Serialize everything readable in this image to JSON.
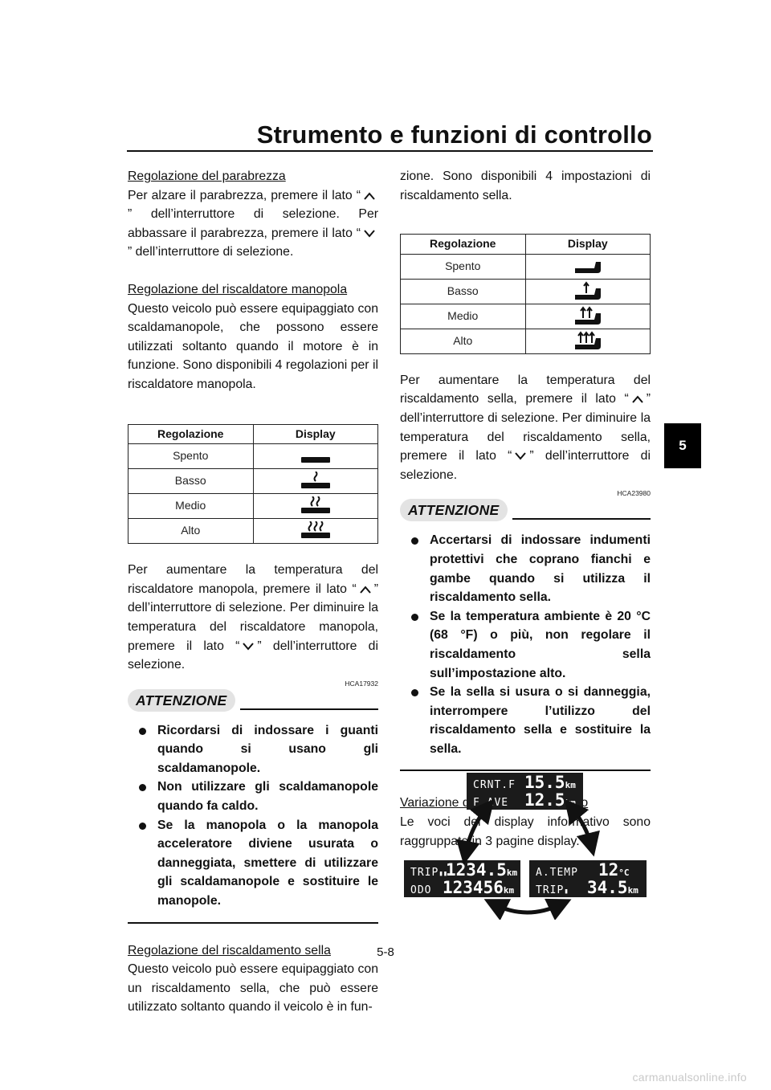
{
  "header": {
    "title": "Strumento e funzioni di controllo",
    "chapter": "5"
  },
  "left": {
    "windshield": {
      "heading": "Regolazione del parabrezza",
      "t1": "Per alzare il parabrezza, premere il lato “",
      "t2": "” dell’interruttore di selezione. Per abbassare il parabrezza, premere il lato “",
      "t3": "” dell’interruttore di selezione."
    },
    "grip": {
      "heading": "Regolazione del riscaldatore manopola",
      "text": "Questo veicolo può essere equipaggiato con scaldamanopole, che possono essere utilizzati soltanto quando il motore è in funzione. Sono disponibili 4 regolazioni per il riscaldatore manopola."
    },
    "grip_table": {
      "col1": "Regolazione",
      "col2": "Display",
      "rows": [
        "Spento",
        "Basso",
        "Medio",
        "Alto"
      ]
    },
    "grip_after": {
      "t1": "Per aumentare la temperatura del riscaldatore manopola, premere il lato “",
      "t2": "” dell’interruttore di selezione. Per diminuire la temperatura del riscaldatore manopola, premere il lato “",
      "t3": "” dell’interruttore di selezione."
    },
    "code": "HCA17932",
    "attention": {
      "label": "ATTENZIONE",
      "items": [
        "Ricordarsi di indossare i guanti quando si usano gli scaldamanopole.",
        "Non utilizzare gli scaldamanopole quando fa caldo.",
        "Se la manopola o la manopola acceleratore diviene usurata o danneggiata, smettere di utilizzare gli scaldamanopole e sostituire le manopole."
      ]
    },
    "seat": {
      "heading": "Regolazione del riscaldamento sella",
      "text": "Questo veicolo può essere equipaggiato con un riscaldamento sella, che può essere utilizzato soltanto quando il veicolo è in fun-"
    }
  },
  "right": {
    "seat_cont": "zione. Sono disponibili 4 impostazioni di riscaldamento sella.",
    "seat_table": {
      "col1": "Regolazione",
      "col2": "Display",
      "rows": [
        "Spento",
        "Basso",
        "Medio",
        "Alto"
      ]
    },
    "seat_after": {
      "t1": "Per aumentare la temperatura del riscaldamento sella, premere il lato “",
      "t2": "” dell’interruttore di selezione. Per diminuire la temperatura del riscaldamento sella, premere il lato “",
      "t3": "” dell’interruttore di selezione."
    },
    "code": "HCA23980",
    "attention": {
      "label": "ATTENZIONE",
      "items": [
        "Accertarsi di indossare indumenti protettivi che coprano fianchi e gambe quando si utilizza il riscaldamento sella.",
        "Se la temperatura ambiente è 20 °C (68 °F) o più, non regolare il riscaldamento sella sull’impostazione alto.",
        "Se la sella si usura o si danneggia, interrompere l’utilizzo del riscaldamento sella e sostituire la sella."
      ]
    },
    "info": {
      "heading": "Variazione del display informativo",
      "text": "Le voci del display informativo sono raggruppate in 3 pagine display."
    }
  },
  "displays": {
    "top": {
      "l1": "CRNT.F",
      "v1": "15.5",
      "u1": "km",
      "l2": "F.AVE",
      "v2": "12.5",
      "u2": "km"
    },
    "left": {
      "l1": "TRIP",
      "v1": "1234.5",
      "u1": "km",
      "l2": "ODO",
      "v2": "123456",
      "u2": "km"
    },
    "right": {
      "l1": "A.TEMP",
      "v1": "12",
      "u1": "°C",
      "l2": "TRIP",
      "v2": "34.5",
      "u2": "km"
    }
  },
  "footer": {
    "page": "5-8",
    "watermark": "carmanualsonline.info"
  }
}
